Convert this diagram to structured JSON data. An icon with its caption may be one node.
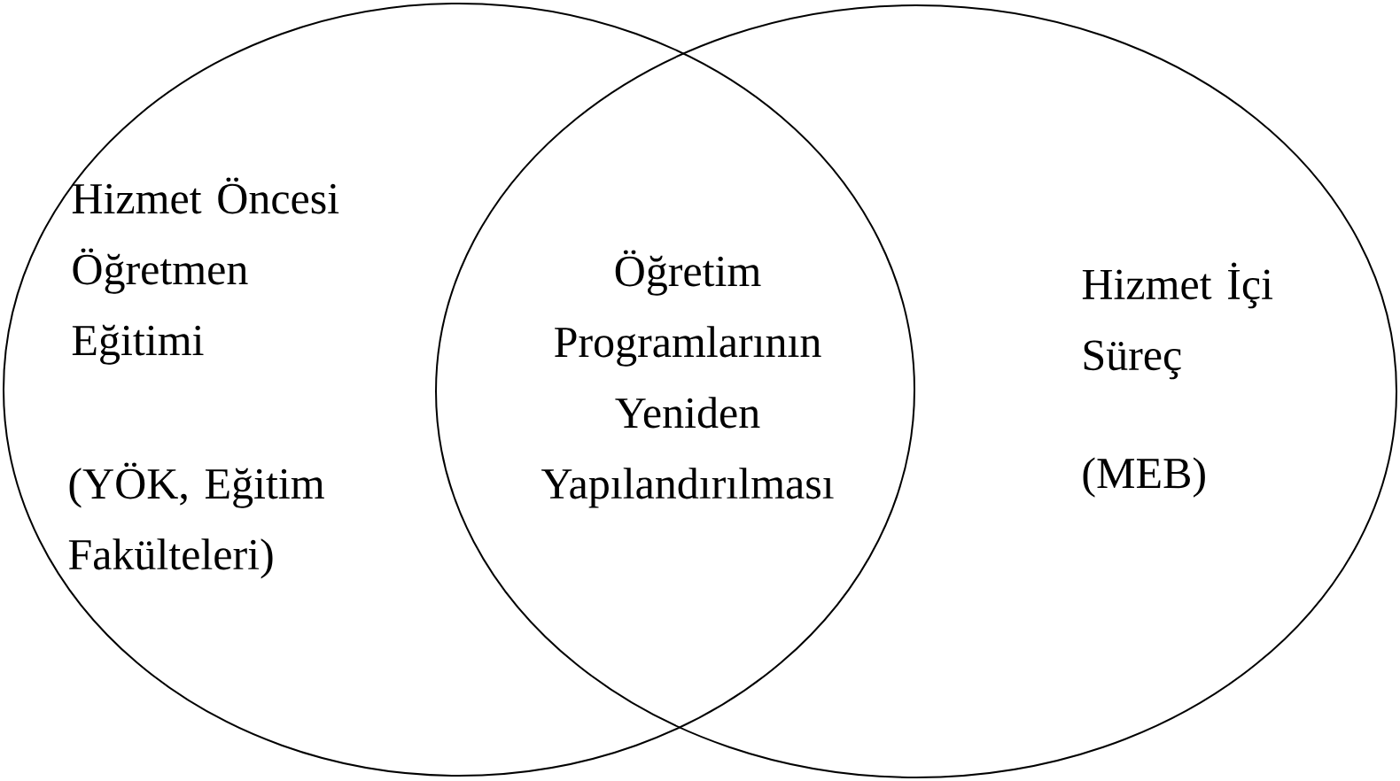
{
  "diagram": {
    "nodes": [
      {
        "text": [
          "Hizmet Öncesi Öğretmen Eğitimi",
          "(YÖK, Eğitim Fakülteleri)"
        ]
      },
      {
        "text": [
          "Hizmet İçi Süreç",
          "(MEB)"
        ]
      }
    ],
    "labels": [
      "Öğretim Programlarının Yeniden Yapılandırılması"
    ]
  }
}
